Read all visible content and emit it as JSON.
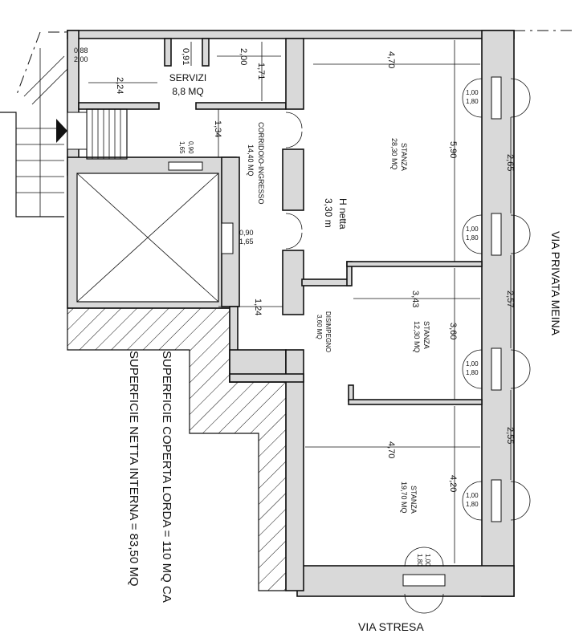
{
  "rooms": {
    "servizi": {
      "name": "SERVIZI",
      "area": "8,8 MQ"
    },
    "corridoio": {
      "name": "CORRIDOIO-INGRESSO",
      "area": "14,40 MQ"
    },
    "h_netta": {
      "label": "H netta",
      "value": "3,30 m"
    },
    "stanza_top": {
      "name": "STANZA",
      "area": "28,30 MQ"
    },
    "stanza_mid": {
      "name": "STANZA",
      "area": "12,30 MQ"
    },
    "stanza_bottom": {
      "name": "STANZA",
      "area": "19,70 MQ"
    },
    "disimpegno": {
      "name": "DISIMPEGNO",
      "area": "3,60 MQ"
    }
  },
  "dimensions": {
    "d_470_top": "4,70",
    "d_590": "5,90",
    "d_265": "2,65",
    "d_257": "2,57",
    "d_255": "2,55",
    "d_343": "3,43",
    "d_360": "3,60",
    "d_470_bottom": "4,70",
    "d_420": "4,20",
    "d_224": "2,24",
    "d_091": "0,91",
    "d_200": "2,00",
    "d_171": "1,71",
    "d_134": "1,34",
    "d_124": "1,24",
    "win_088": "0,88",
    "win_088_h": "2,00",
    "win_090_a": "0,90",
    "win_165_a": "1,65",
    "win_090_b": "0,90",
    "win_165_b": "1,65",
    "win_100": "1,00",
    "win_180": "1,80"
  },
  "streets": {
    "right": "VIA PRIVATA MEINA",
    "bottom": "VIA STRESA"
  },
  "surfaces": {
    "lorda": "SUPERFICIE COPERTA LORDA = 110 MQ CA",
    "netta": "SUPERFICIE NETTA INTERNA = 83,50 MQ"
  }
}
